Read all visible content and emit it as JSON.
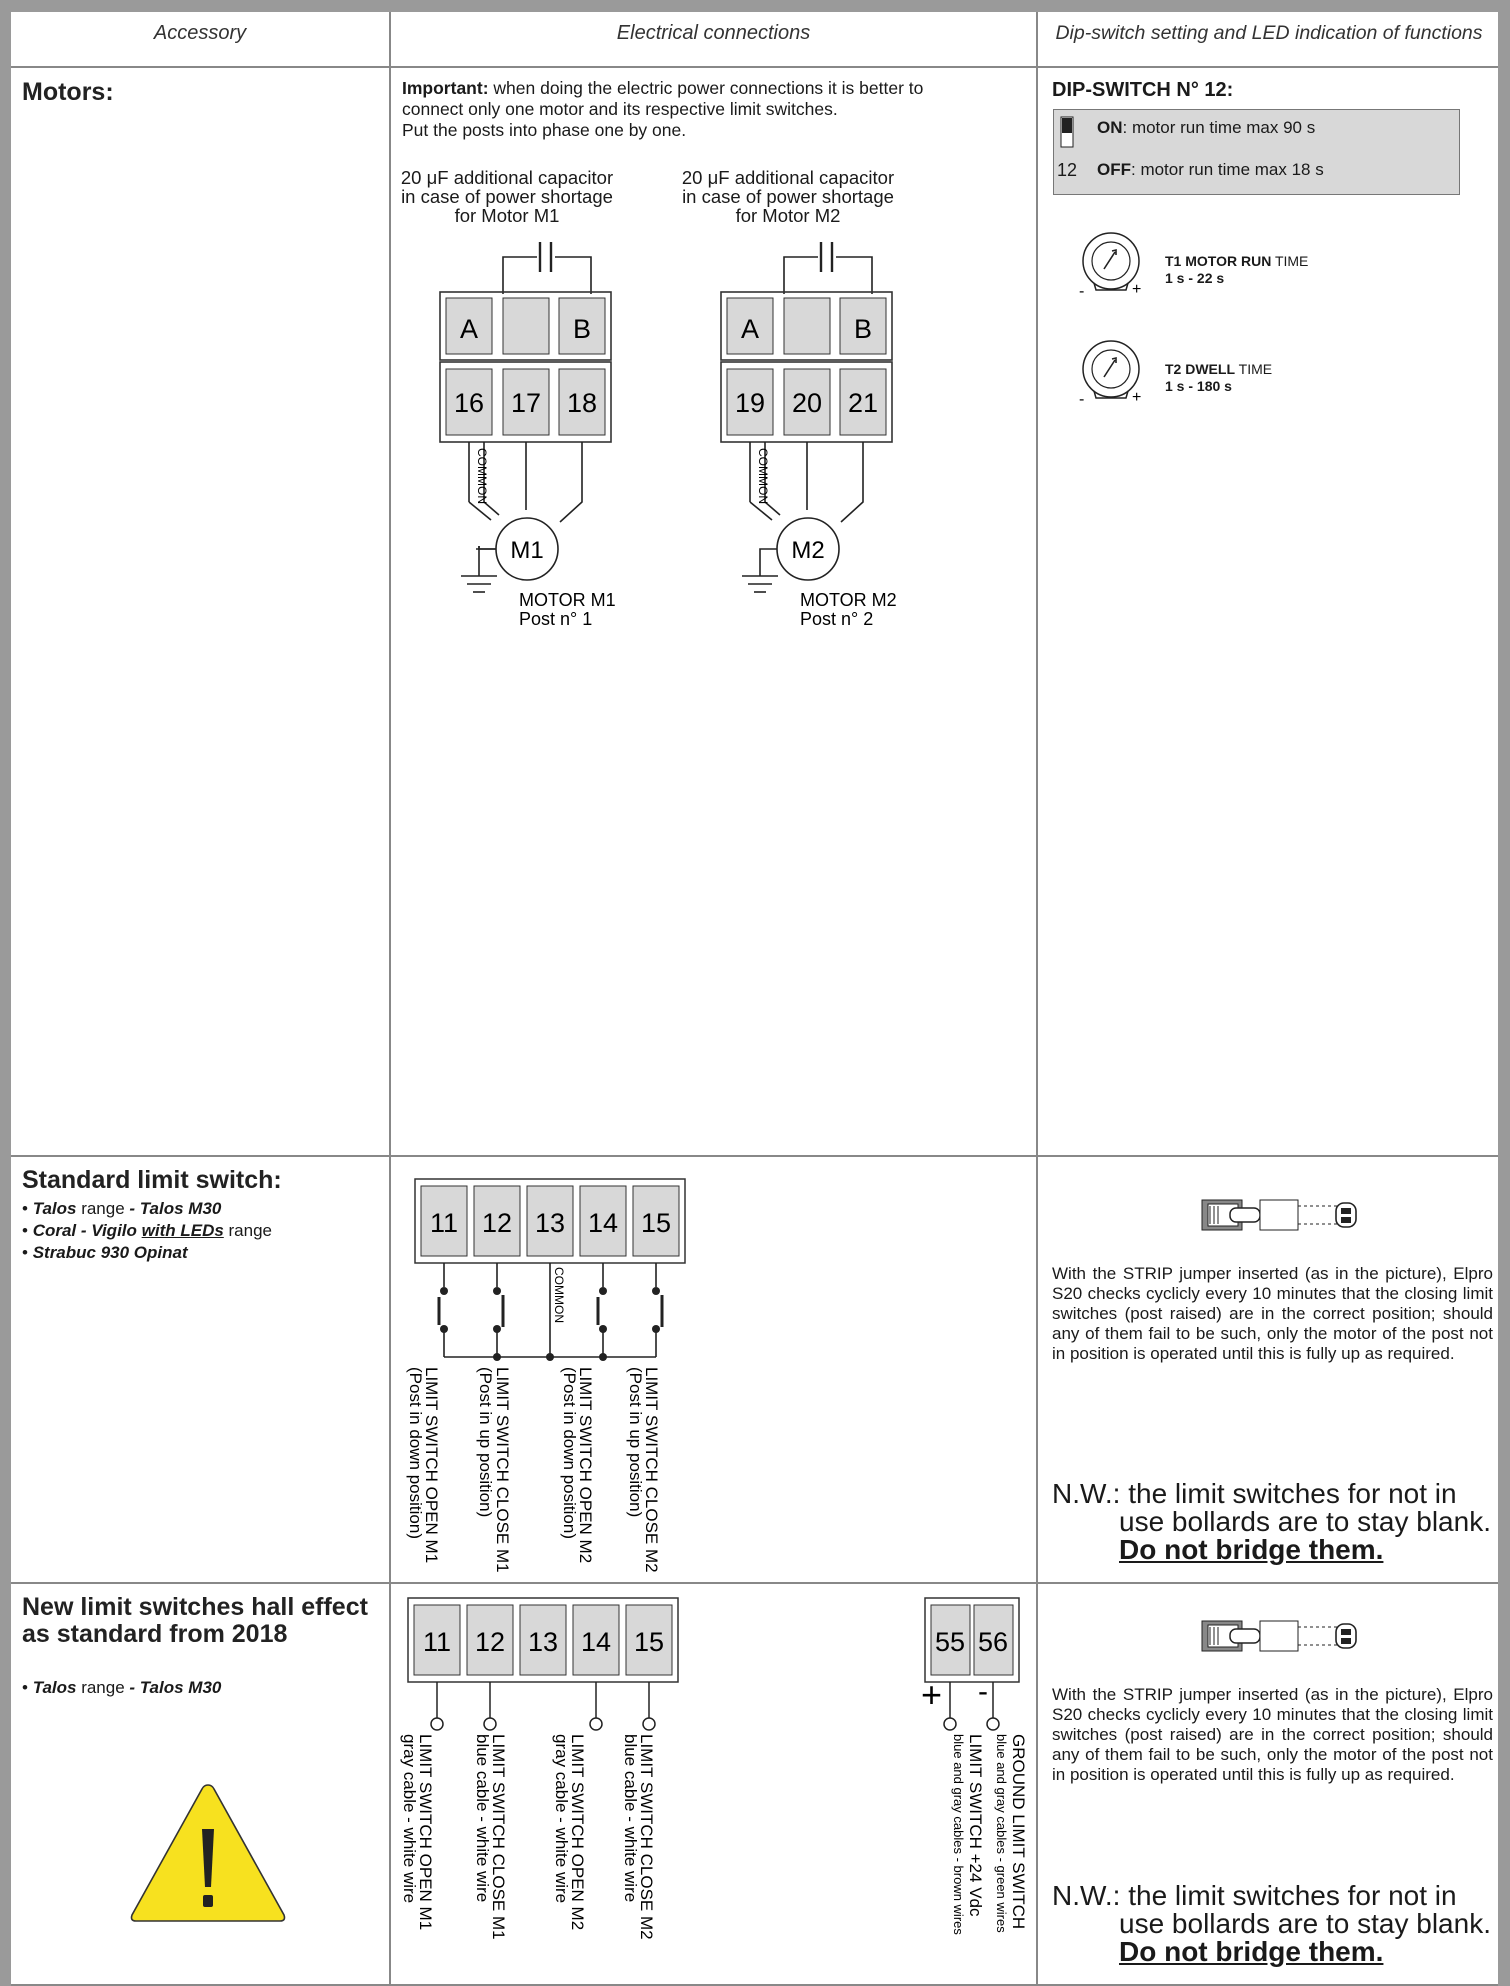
{
  "headers": {
    "accessory": "Accessory",
    "electrical": "Electrical connections",
    "dip_led": "Dip-switch setting and LED indication of functions"
  },
  "motors": {
    "title": "Motors:",
    "important_label": "Important:",
    "important_line1": " when doing the electric power connections it is better to",
    "important_line2": "connect only one motor and its respective limit switches.",
    "important_line3": "Put the posts into phase one by one.",
    "cap1": [
      "20 μF additional capacitor",
      "in case of power shortage",
      "for Motor M1"
    ],
    "cap2": [
      "20 μF additional capacitor",
      "in case of power shortage",
      "for Motor M2"
    ],
    "term_a": "A",
    "term_b": "B",
    "m1_terminals": [
      "16",
      "17",
      "18"
    ],
    "m2_terminals": [
      "19",
      "20",
      "21"
    ],
    "common": "COMMON",
    "m1_label": "M1",
    "m2_label": "M2",
    "motor1": [
      "MOTOR M1",
      "Post n° 1"
    ],
    "motor2": [
      "MOTOR M2",
      "Post n° 2"
    ],
    "dip_title": "DIP-SWITCH N° 12:",
    "dip_number": "12",
    "dip_on_bold": "ON",
    "dip_on_text": ": motor run time max 90 s",
    "dip_off_bold": "OFF",
    "dip_off_text": ": motor run time max 18 s",
    "t1_bold": "T1 MOTOR RUN",
    "t1_rest": " TIME",
    "t1_range": "1 s - 22 s",
    "t2_bold": "T2 DWELL",
    "t2_rest": " TIME",
    "t2_range": "1 s - 180 s",
    "minus": "-",
    "plus": "+"
  },
  "std_limit": {
    "title": "Standard limit switch:",
    "b1_a": "Talos",
    "b1_b": " range ",
    "b1_c": "- Talos M30",
    "b2_a": "Coral - Vigilo ",
    "b2_b": "with LEDs",
    "b2_c": " range",
    "b3": "Strabuc 930 Opinat",
    "terminals": [
      "11",
      "12",
      "13",
      "14",
      "15"
    ],
    "common": "COMMON",
    "labels": [
      [
        "LIMIT SWITCH OPEN M1",
        "(Post in down position)"
      ],
      [
        "LIMIT SWITCH CLOSE M1",
        "(Post in up position)"
      ],
      [
        "LIMIT SWITCH OPEN M2",
        "(Post in down position)"
      ],
      [
        "LIMIT SWITCH CLOSE M2",
        "(Post in up position)"
      ]
    ],
    "strip_text": "With the STRIP jumper inserted (as in the picture), Elpro S20 checks cyclicly every 10 minutes that the closing limit switches (post raised) are in the correct position; should any of them fail to be such, only the motor of the post not in position is operated until this is fully up as required.",
    "nw1": "N.W.: the limit switches for not in",
    "nw2": "use bollards are to stay blank.",
    "nw3": "Do not bridge them."
  },
  "hall": {
    "title1": "New limit switches hall effect",
    "title2": "as standard from 2018",
    "b1_a": "Talos",
    "b1_b": " range ",
    "b1_c": "- Talos M30",
    "terminals": [
      "11",
      "12",
      "13",
      "14",
      "15"
    ],
    "power_terminals": [
      "55",
      "56"
    ],
    "plus": "+",
    "minus": "-",
    "labels": [
      [
        "LIMIT SWITCH OPEN M1",
        "gray cable - white wire"
      ],
      [
        "LIMIT SWITCH CLOSE M1",
        "blue cable - white wire"
      ],
      [
        "LIMIT SWITCH OPEN M2",
        "gray cable - white wire"
      ],
      [
        "LIMIT SWITCH CLOSE M2",
        "blue cable - white wire"
      ]
    ],
    "power_labels": [
      [
        "LIMIT SWITCH +24 Vdc",
        "blue and gray cables - brown wires"
      ],
      [
        "GROUND LIMIT SWITCH",
        "blue and gray cables - green wires"
      ]
    ],
    "strip_text": "With the STRIP jumper inserted (as in the picture), Elpro S20 checks cyclicly every 10 minutes that the closing limit switches (post raised) are in the correct position; should any of them fail to be such, only the motor of the post not in position is operated until this is fully up as required.",
    "nw1": "N.W.: the limit switches for not in",
    "nw2": "use bollards are to stay blank.",
    "nw3": "Do not bridge them."
  },
  "colors": {
    "terminal_fill": "#d8d8d8",
    "warning_yellow": "#f7e11f",
    "border_gray": "#888888"
  }
}
